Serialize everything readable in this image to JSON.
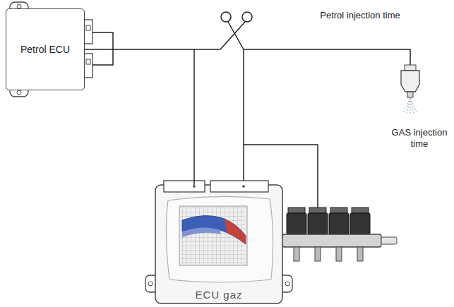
{
  "diagram": {
    "nodes": [
      {
        "text": [
          "Petrol ECU"
        ]
      },
      {
        "text": [
          "ECU gaz"
        ]
      }
    ],
    "edges": [
      {
        "from": 0,
        "to": 1,
        "arrow": "none"
      }
    ],
    "labels": [
      "Petrol injection time",
      "GAS injection time"
    ]
  }
}
